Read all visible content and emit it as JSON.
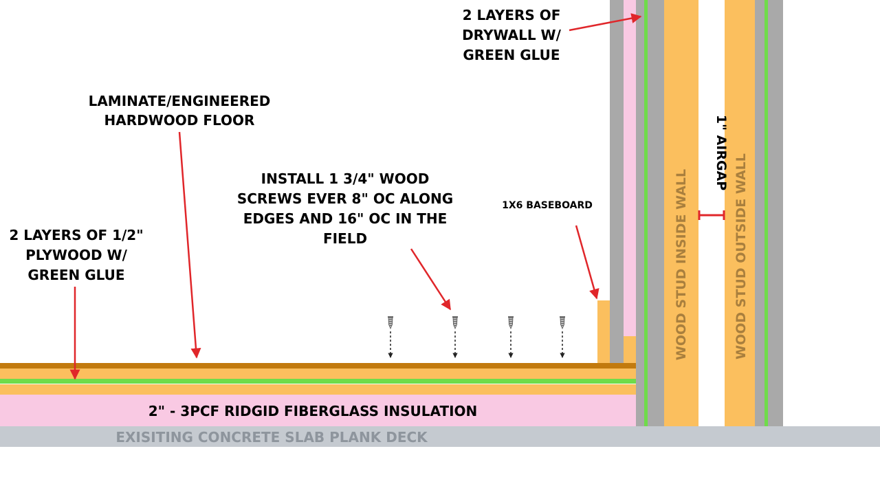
{
  "labels": {
    "drywall": [
      "2 LAYERS OF",
      "DRYWALL W/",
      "GREEN GLUE"
    ],
    "floor": [
      "LAMINATE/ENGINEERED",
      "HARDWOOD FLOOR"
    ],
    "screws": [
      "INSTALL 1 3/4\" WOOD",
      "SCREWS EVER 8\" OC ALONG",
      "EDGES AND 16\" OC IN THE",
      "FIELD"
    ],
    "baseboard": "1X6 BASEBOARD",
    "plywood": [
      "2 LAYERS OF 1/2\"",
      "PLYWOOD W/",
      "GREEN GLUE"
    ],
    "insulation": "2\" - 3PCF RIDGID FIBERGLASS INSULATION",
    "slab": "EXISITING CONCRETE SLAB PLANK DECK",
    "stud_inside": "WOOD STUD INSIDE WALL",
    "airgap": "1\" AIRGAP",
    "stud_outside": "WOOD STUD OUTSIDE WALL"
  },
  "colors": {
    "stud": "#fbbf5e",
    "drywall": "#a9a9a9",
    "green_glue": "#6fdc4a",
    "insulation": "#f9c9e3",
    "slab": "#c5cad0",
    "floor": "#c27a0e",
    "annotation_arrow": "#e0262a",
    "wall_text": "#a97f3d",
    "slab_text": "#8e959d"
  }
}
